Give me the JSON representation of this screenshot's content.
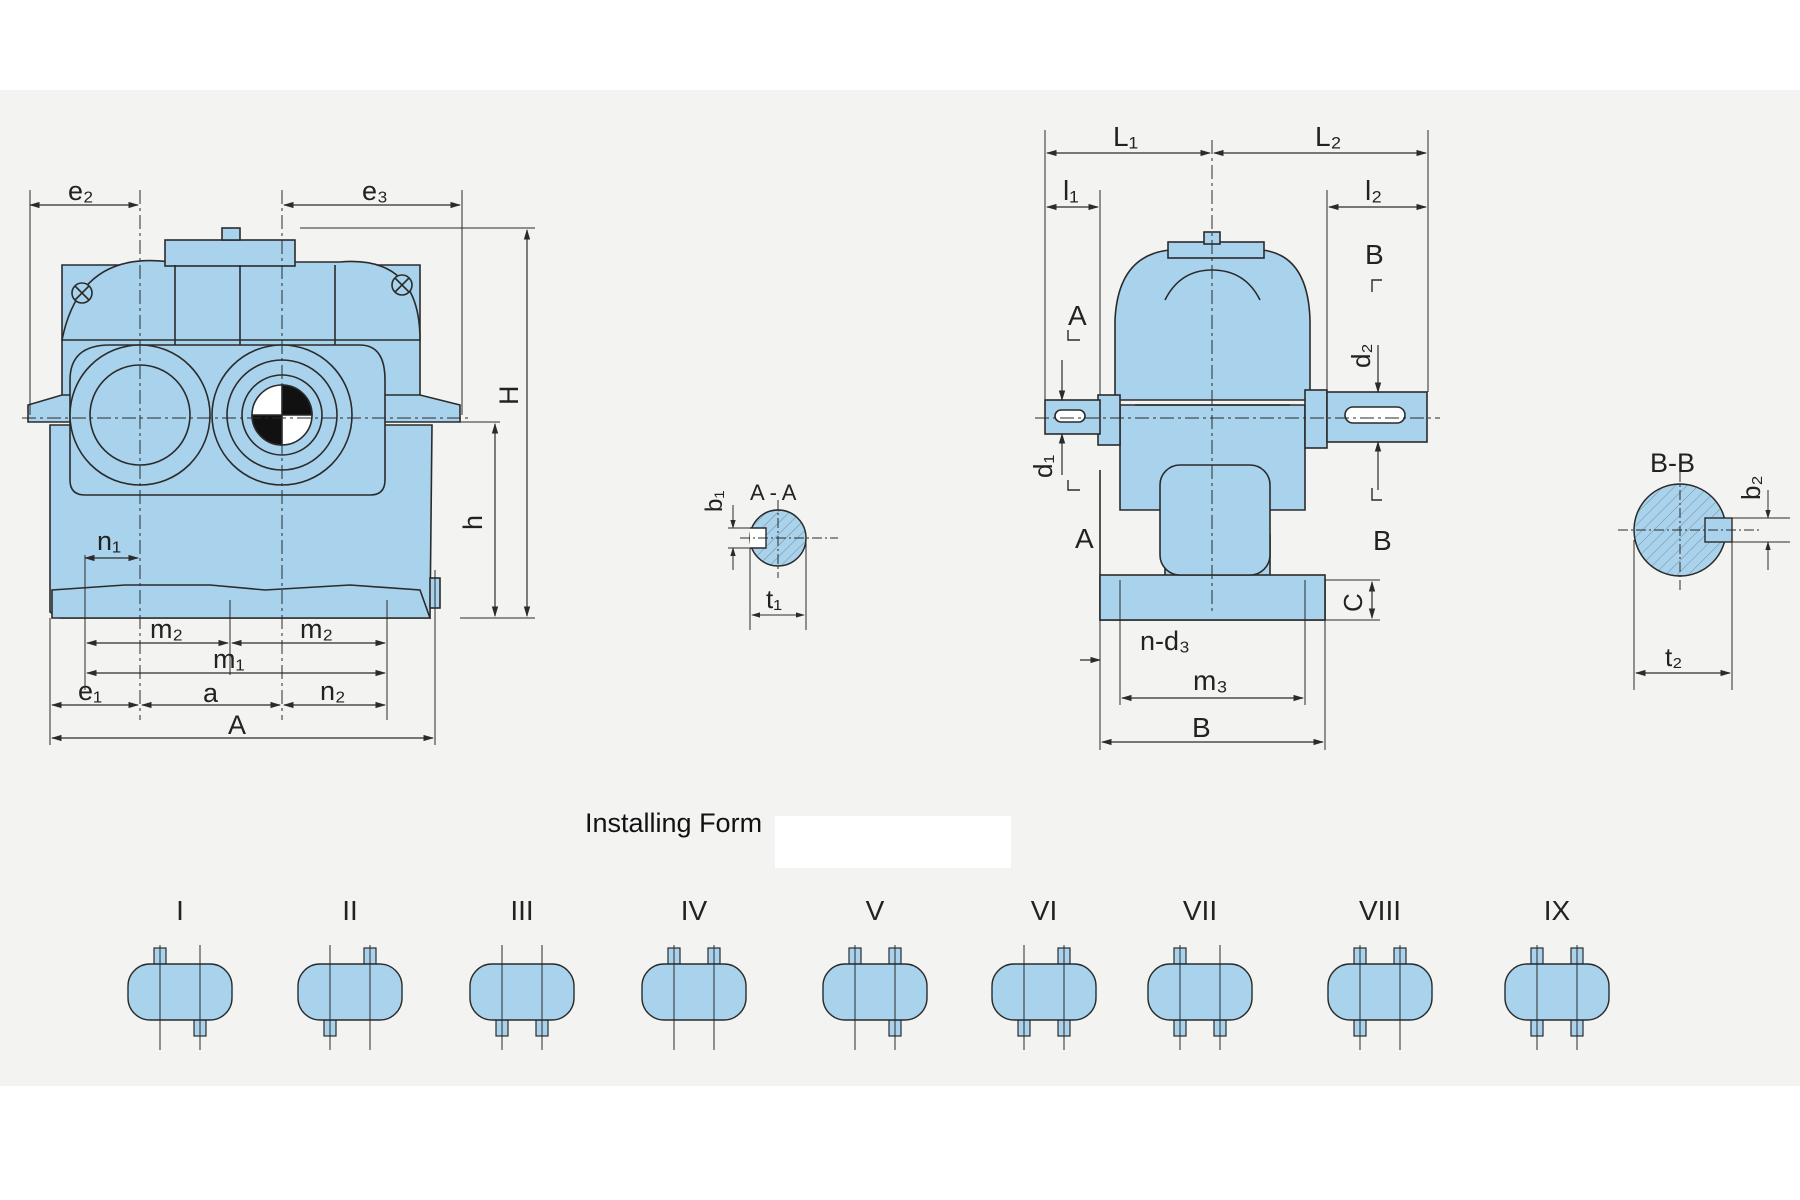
{
  "front_view": {
    "labels": {
      "e2": "e₂",
      "e3": "e₃",
      "H": "H",
      "h": "h",
      "n1": "n₁",
      "m2_left": "m₂",
      "m2_right": "m₂",
      "m1": "m₁",
      "e1": "e₁",
      "a": "a",
      "n2": "n₂",
      "A": "A"
    }
  },
  "section_aa": {
    "title": "A - A",
    "b1": "b₁",
    "t1": "t₁"
  },
  "side_view": {
    "labels": {
      "L1": "L₁",
      "L2": "L₂",
      "l1": "l₁",
      "l2": "l₂",
      "B_section": "B",
      "A_section": "A",
      "d1": "d₁",
      "d2": "d₂",
      "A_lower": "A",
      "B_lower": "B",
      "C": "C",
      "nd3": "n-d₃",
      "m3": "m₃",
      "B": "B"
    }
  },
  "section_bb": {
    "title": "B-B",
    "b2": "b₂",
    "t2": "t₂"
  },
  "installing_form": {
    "title": "Installing  Form",
    "forms": [
      {
        "numeral": "I"
      },
      {
        "numeral": "II"
      },
      {
        "numeral": "III"
      },
      {
        "numeral": "IV"
      },
      {
        "numeral": "V"
      },
      {
        "numeral": "VI"
      },
      {
        "numeral": "VII"
      },
      {
        "numeral": "VIII"
      },
      {
        "numeral": "IX"
      }
    ]
  },
  "colors": {
    "body": "#a9d3ec",
    "line": "#2b2b2b",
    "background": "#f3f4f2"
  }
}
